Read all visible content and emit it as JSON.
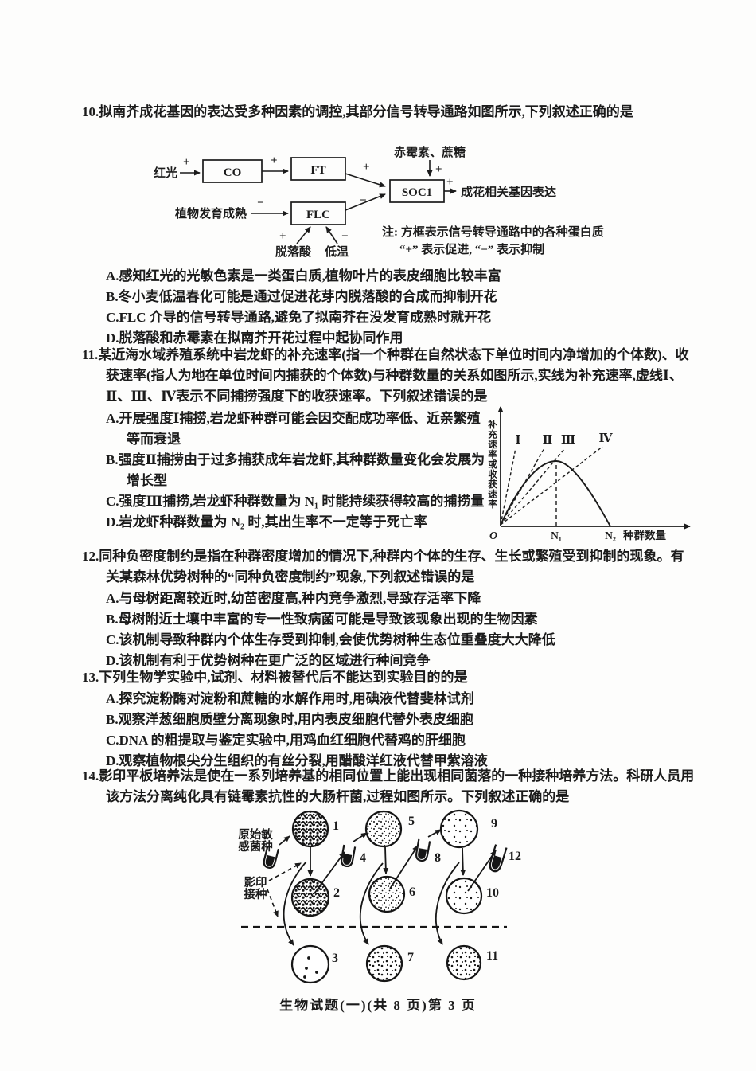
{
  "footer": "生物试题(一)(共 8 页)第 3 页",
  "q10": {
    "number": "10.",
    "stem": "拟南芥成花基因的表达受多种因素的调控,其部分信号转导通路如图所示,下列叙述正确的是",
    "diagram": {
      "red_light": "红光",
      "co": "CO",
      "ft": "FT",
      "soc1": "SOC1",
      "flc": "FLC",
      "ga_sucrose": "赤霉素、蔗糖",
      "mature": "植物发育成熟",
      "aba": "脱落酸",
      "cold": "低温",
      "target": "成花相关基因表达",
      "plus": "+",
      "minus": "−",
      "note1": "注: 方框表示信号转导通路中的各种蛋白质",
      "note2": "“+” 表示促进, “−” 表示抑制"
    },
    "options": [
      "A.感知红光的光敏色素是一类蛋白质,植物叶片的表皮细胞比较丰富",
      "B.冬小麦低温春化可能是通过促进花芽内脱落酸的合成而抑制开花",
      "C.FLC 介导的信号转导通路,避免了拟南芥在没发育成熟时就开花",
      "D.脱落酸和赤霉素在拟南芥开花过程中起协同作用"
    ]
  },
  "q11": {
    "number": "11.",
    "stem": "某近海水域养殖系统中岩龙虾的补充速率(指一个种群在自然状态下单位时间内净增加的个体数)、收获速率(指人为地在单位时间内捕获的个体数)与种群数量的关系如图所示,实线为补充速率,虚线Ⅰ、Ⅱ、Ⅲ、Ⅳ表示不同捕捞强度下的收获速率。下列叙述错误的是",
    "options": [
      "A.开展强度Ⅰ捕捞,岩龙虾种群可能会因交配成功率低、近亲繁殖等而衰退",
      "B.强度Ⅱ捕捞由于过多捕获成年岩龙虾,其种群数量变化会发展为增长型",
      "C.强度Ⅲ捕捞,岩龙虾种群数量为 N₁ 时能持续获得较高的捕捞量",
      "D.岩龙虾种群数量为 N₂ 时,其出生率不一定等于死亡率"
    ],
    "chart_data": {
      "type": "line",
      "ylabel": "补充速率或收获速率",
      "xlabel": "种群数量",
      "x_ticks": [
        "O",
        "N₁",
        "N₂"
      ],
      "line_labels": [
        "Ⅰ",
        "Ⅱ",
        "Ⅲ",
        "Ⅳ"
      ],
      "series": [
        {
          "name": "补充速率(实线)",
          "shape": "拱形曲线,自 O 升至 N₁ 处峰值,于 N₂ 处降为 0"
        },
        {
          "name": "收获速率Ⅰ(虚线)",
          "shape": "过原点直线,斜率最大"
        },
        {
          "name": "收获速率Ⅱ(虚线)",
          "shape": "过原点直线,斜率第二"
        },
        {
          "name": "收获速率Ⅲ(虚线)",
          "shape": "过原点直线,约与补充速率曲线峰值相切于 N₁"
        },
        {
          "name": "收获速率Ⅳ(虚线)",
          "shape": "过原点直线,斜率最小,穿过曲线下降段"
        }
      ],
      "grid": false,
      "legend": "none"
    }
  },
  "q12": {
    "number": "12.",
    "stem": "同种负密度制约是指在种群密度增加的情况下,种群内个体的生存、生长或繁殖受到抑制的现象。有关某森林优势树种的“同种负密度制约”现象,下列叙述错误的是",
    "options": [
      "A.与母树距离较近时,幼苗密度高,种内竞争激烈,导致存活率下降",
      "B.母树附近土壤中丰富的专一性致病菌可能是导致该现象出现的生物因素",
      "C.该机制导致种群内个体生存受到抑制,会使优势树种生态位重叠度大大降低",
      "D.该机制有利于优势树种在更广泛的区域进行种间竞争"
    ]
  },
  "q13": {
    "number": "13.",
    "stem": "下列生物学实验中,试剂、材料被替代后不能达到实验目的的是",
    "options": [
      "A.探究淀粉酶对淀粉和蔗糖的水解作用时,用碘液代替斐林试剂",
      "B.观察洋葱细胞质壁分离现象时,用内表皮细胞代替外表皮细胞",
      "C.DNA 的粗提取与鉴定实验中,用鸡血红细胞代替鸡的肝细胞",
      "D.观察植物根尖分生组织的有丝分裂,用醋酸洋红液代替甲紫溶液"
    ]
  },
  "q14": {
    "number": "14.",
    "stem": "影印平板培养法是使在一系列培养基的相同位置上能出现相同菌落的一种接种培养方法。科研人员用该方法分离纯化具有链霉素抗性的大肠杆菌,过程如图所示。下列叙述正确的是",
    "diagram": {
      "source_line1": "原始敏",
      "source_line2": "感菌种",
      "replica_line1": "影印",
      "replica_line2": "接种",
      "labels": [
        "1",
        "2",
        "3",
        "4",
        "5",
        "6",
        "7",
        "8",
        "9",
        "10",
        "11",
        "12"
      ]
    }
  }
}
